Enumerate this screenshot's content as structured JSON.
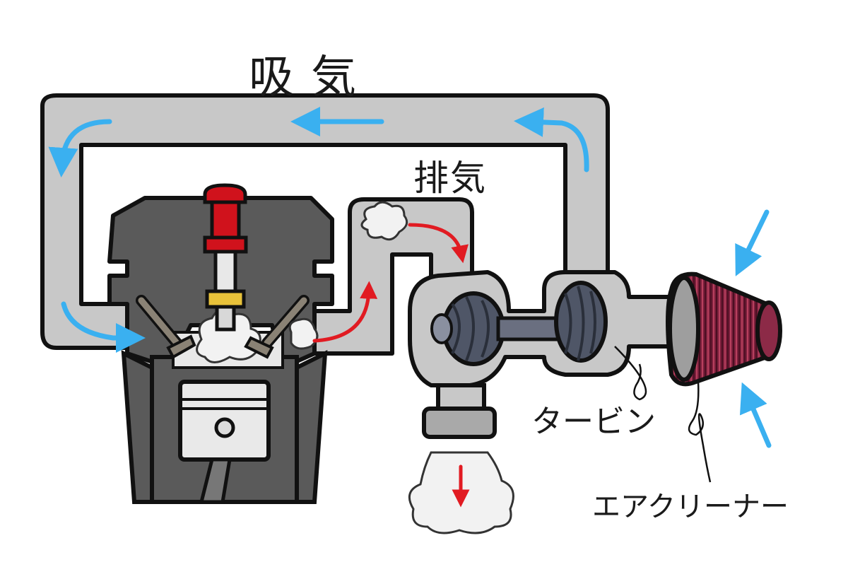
{
  "labels": {
    "intake": "吸気",
    "exhaust": "排気",
    "turbine": "タービン",
    "air_cleaner": "エアクリーナー"
  },
  "colors": {
    "pipe": "#c8c8c8",
    "outline": "#111111",
    "engine_block": "#5a5a5a",
    "spark_plug": "#d0121c",
    "intake_arrow": "#3ab0f0",
    "exhaust_arrow": "#e11b22",
    "filter": "#7a1f3b",
    "smoke": "#f2f2f2"
  }
}
